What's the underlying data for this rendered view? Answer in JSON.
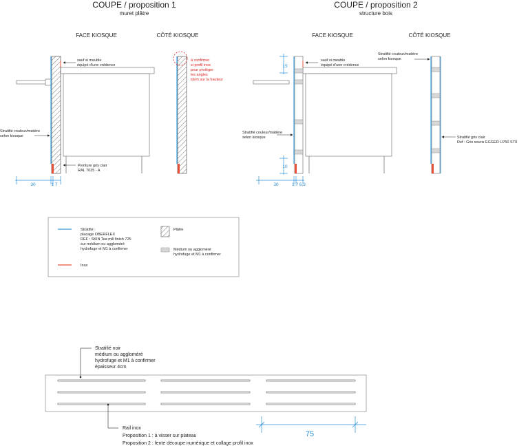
{
  "colors": {
    "stratifie": "#3fa0e0",
    "inox": "#e8503a",
    "platre_hatch": "#555555",
    "medium": "#d8d8d8",
    "dimension": "#2a8fd6",
    "annotation_red": "#e02020"
  },
  "coupe1": {
    "title": "COUPE / proposition 1",
    "subtitle": "muret plâtre",
    "face_label": "FACE KIOSQUE",
    "cote_label": "CÔTÉ KIOSQUE",
    "note_sauf": [
      "sauf si meuble",
      "équipé d'une crédence"
    ],
    "note_stratifie": [
      "Stratifié couleur/matière",
      "selon kiosque"
    ],
    "note_peinture": [
      "Peinture gris clair",
      "RAL 7035 - A"
    ],
    "note_confirmer": [
      "à confirmer",
      "si profil inox",
      "pour protéger",
      "les angles",
      "idem sur la hauteur"
    ],
    "dim_30": "30",
    "dim_17": "1 7"
  },
  "coupe2": {
    "title": "COUPE / proposition 2",
    "subtitle": "structure bois",
    "face_label": "FACE KIOSQUE",
    "cote_label": "CÔTÉ KIOSQUE",
    "note_sauf": [
      "sauf si meuble",
      "équipé d'une crédence"
    ],
    "note_stratifie_face": [
      "Stratifié couleur/matière",
      "selon kiosque"
    ],
    "note_stratifie_cote": [
      "Stratifié couleur/matière",
      "selon kiosque"
    ],
    "note_gris": [
      "Stratifié gris clair",
      "Ref : Gris souris EGGER U750 ST9"
    ],
    "dim_15": "15",
    "dim_10": "10",
    "dim_30": "30",
    "dim_1763": "1,7 6,3"
  },
  "legend": {
    "stratifie": [
      "Stratifié :",
      "placage OBERFLEX",
      "REF : SKIN Tea mill finish 725",
      "sur médium ou aggloméré",
      "hydrofuge et M1 à confirmer"
    ],
    "inox": "Inox",
    "platre": "Plâtre",
    "medium": [
      "Médium ou aggloméré",
      "hydrofuge et M1 à confirmer"
    ]
  },
  "plan": {
    "note_top": [
      "Stratifié noir",
      "médium ou aggloméré",
      "hydrofuge et M1 à confirmer",
      "épaisseur 4cm"
    ],
    "note_rail": [
      "Rail inox",
      "Proposition 1 : à visser sur plateau",
      "Proposition 2 : fente découpe numérique et collage profil inox"
    ],
    "dim_75": "75"
  }
}
